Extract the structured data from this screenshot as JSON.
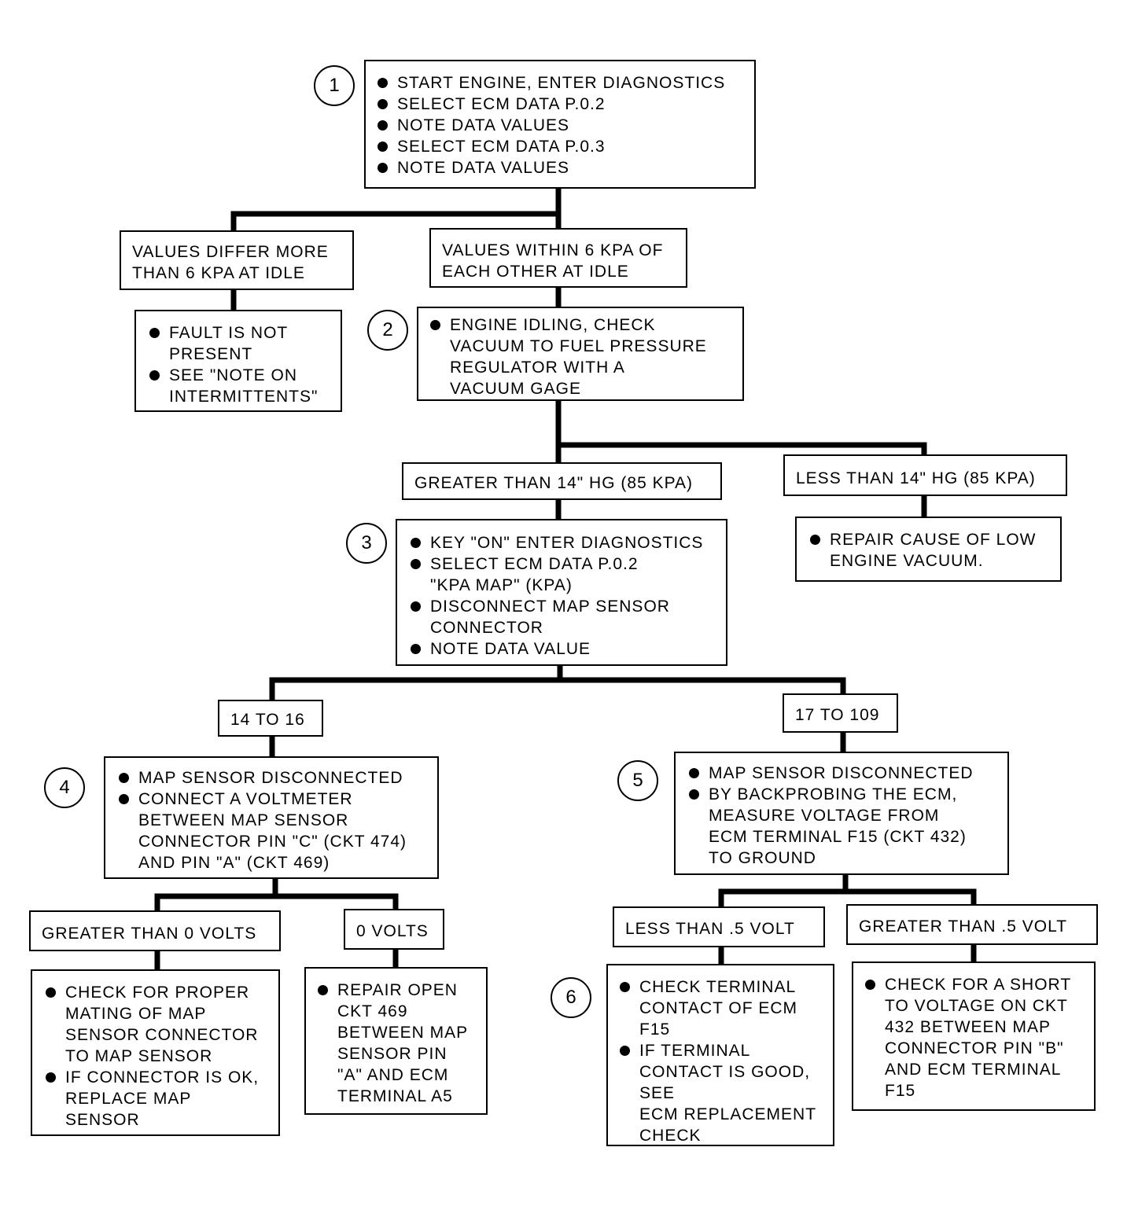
{
  "steps": [
    "1",
    "2",
    "3",
    "4",
    "5",
    "6"
  ],
  "start": {
    "items": [
      "START ENGINE, ENTER DIAGNOSTICS",
      "SELECT ECM DATA P.0.2",
      "NOTE DATA VALUES",
      "SELECT ECM DATA P.0.3",
      "NOTE DATA VALUES"
    ]
  },
  "values_differ": {
    "text": "VALUES DIFFER MORE\nTHAN 6 KPA AT IDLE"
  },
  "values_within": {
    "text": "VALUES WITHIN 6 KPA OF\nEACH OTHER AT IDLE"
  },
  "fault_not_present": {
    "items": [
      "FAULT IS NOT\nPRESENT",
      "SEE \"NOTE ON\nINTERMITTENTS\""
    ]
  },
  "check_vacuum": {
    "items": [
      "ENGINE IDLING, CHECK\nVACUUM TO FUEL PRESSURE\nREGULATOR WITH A\nVACUUM GAGE"
    ]
  },
  "greater_14": {
    "text": "GREATER THAN 14\" Hg (85 KPA)"
  },
  "less_14": {
    "text": "LESS THAN 14\" Hg (85 KPA)"
  },
  "repair_vacuum": {
    "items": [
      "REPAIR CAUSE OF LOW\nENGINE VACUUM."
    ]
  },
  "key_on": {
    "items": [
      "KEY \"ON\" ENTER DIAGNOSTICS",
      "SELECT ECM DATA P.0.2\n\"KPA MAP\" (KPA)",
      "DISCONNECT MAP SENSOR\nCONNECTOR",
      "NOTE DATA VALUE"
    ]
  },
  "range_14_16": {
    "text": "14 TO 16"
  },
  "range_17_109": {
    "text": "17 TO 109"
  },
  "voltmeter": {
    "items": [
      "MAP SENSOR DISCONNECTED",
      "CONNECT A VOLTMETER\nBETWEEN MAP SENSOR\nCONNECTOR PIN \"C\" (CKT 474)\nAND PIN \"A\" (CKT 469)"
    ]
  },
  "backprobe": {
    "items": [
      "MAP SENSOR DISCONNECTED",
      "BY BACKPROBING THE ECM,\nMEASURE VOLTAGE FROM\nECM TERMINAL F15 (CKT 432)\nTO GROUND"
    ]
  },
  "greater_0v": {
    "text": "GREATER THAN 0 VOLTS"
  },
  "zero_v": {
    "text": "0 VOLTS"
  },
  "less_05v": {
    "text": "LESS THAN .5 VOLT"
  },
  "greater_05v": {
    "text": "GREATER THAN .5 VOLT"
  },
  "check_mating": {
    "items": [
      "CHECK FOR PROPER\nMATING OF MAP\nSENSOR CONNECTOR\nTO MAP SENSOR",
      "IF CONNECTOR IS OK,\nREPLACE MAP\nSENSOR"
    ]
  },
  "repair_open": {
    "items": [
      "REPAIR OPEN\nCKT 469\nBETWEEN MAP\nSENSOR PIN\n\"A\" AND ECM\nTERMINAL A5"
    ]
  },
  "check_terminal": {
    "items": [
      "CHECK TERMINAL\nCONTACT OF ECM\nF15",
      "IF TERMINAL\nCONTACT IS GOOD,\nSEE\nECM REPLACEMENT\nCHECK"
    ]
  },
  "check_short": {
    "items": [
      "CHECK FOR A SHORT\nTO VOLTAGE ON CKT\n432 BETWEEN MAP\nCONNECTOR PIN \"B\"\nAND ECM TERMINAL\nF15"
    ]
  }
}
